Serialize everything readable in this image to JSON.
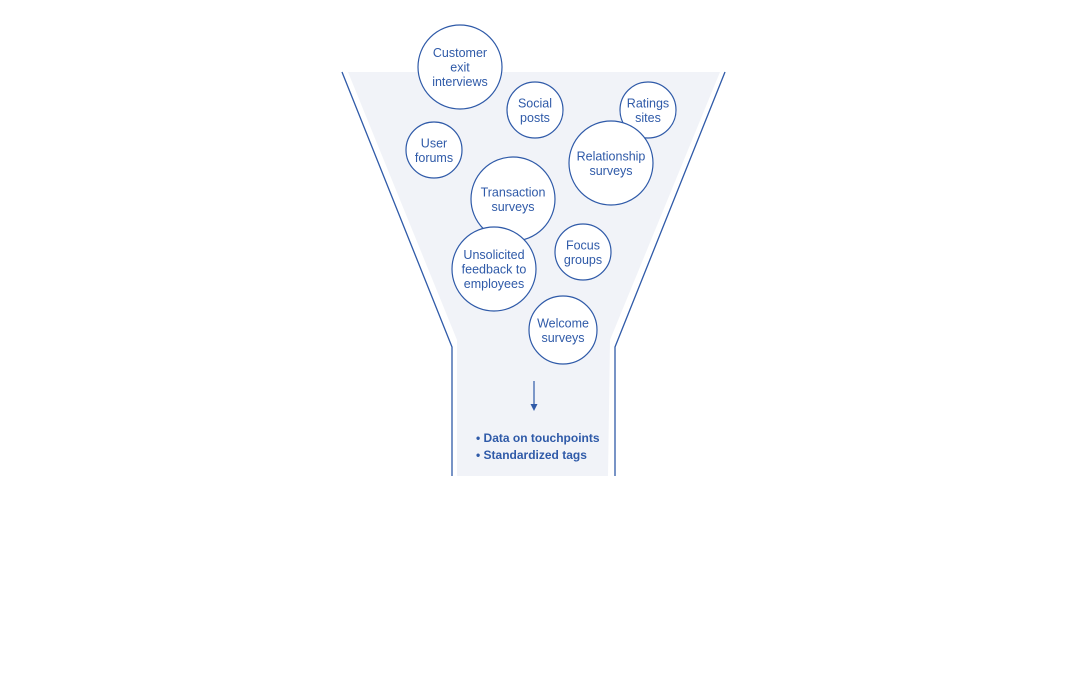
{
  "colors": {
    "accent": "#2f5aa8",
    "funnel_fill": "#f1f3f8",
    "bubble_fill": "#ffffff"
  },
  "sources": [
    {
      "id": "customer-exit-interviews",
      "lines": [
        "Customer",
        "exit",
        "interviews"
      ]
    },
    {
      "id": "social-posts",
      "lines": [
        "Social",
        "posts"
      ]
    },
    {
      "id": "ratings-sites",
      "lines": [
        "Ratings",
        "sites"
      ]
    },
    {
      "id": "user-forums",
      "lines": [
        "User",
        "forums"
      ]
    },
    {
      "id": "relationship-surveys",
      "lines": [
        "Relationship",
        "surveys"
      ]
    },
    {
      "id": "transaction-surveys",
      "lines": [
        "Transaction",
        "surveys"
      ]
    },
    {
      "id": "focus-groups",
      "lines": [
        "Focus",
        "groups"
      ]
    },
    {
      "id": "unsolicited-feedback",
      "lines": [
        "Unsolicited",
        "feedback to",
        "employees"
      ]
    },
    {
      "id": "welcome-surveys",
      "lines": [
        "Welcome",
        "surveys"
      ]
    }
  ],
  "outputs": [
    "• Data on touchpoints",
    "• Standardized tags"
  ]
}
